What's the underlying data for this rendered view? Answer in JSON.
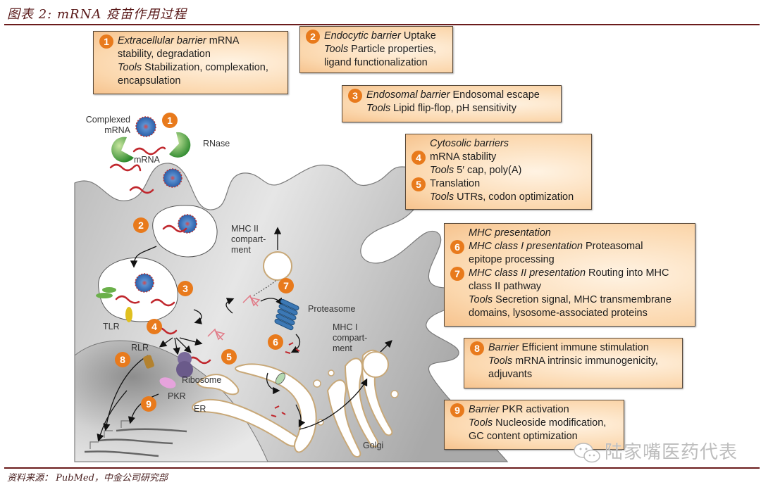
{
  "figure": {
    "title": "图表 2: mRNA 疫苗作用过程",
    "source": "资料来源：  PubMed，中金公司研究部",
    "watermark": "陆家嘴医药代表"
  },
  "colors": {
    "badge": "#e87a1c",
    "box_fill": "#fbd7ad",
    "rule": "#6b1c1c",
    "mrna": "#c0272d",
    "rnase": "#3f9a3a",
    "cell": "#c8c8c8"
  },
  "boxes": {
    "b1": {
      "num": "1",
      "lines": [
        {
          "em": "Extracellular barrier",
          "text": " mRNA"
        },
        {
          "em": "",
          "text": "stability, degradation"
        },
        {
          "em": "Tools",
          "text": " Stabilization, complexation,"
        },
        {
          "em": "",
          "text": "encapsulation"
        }
      ]
    },
    "b2": {
      "num": "2",
      "lines": [
        {
          "em": "Endocytic barrier",
          "text": " Uptake"
        },
        {
          "em": "Tools",
          "text": " Particle properties,"
        },
        {
          "em": "",
          "text": "ligand functionalization"
        }
      ]
    },
    "b3": {
      "num": "3",
      "lines": [
        {
          "em": "Endosomal barrier",
          "text": " Endosomal escape"
        },
        {
          "em": "Tools",
          "text": " Lipid flip-flop, pH sensitivity"
        }
      ]
    },
    "b4": {
      "heading": "Cytosolic barriers",
      "num4": "4",
      "num5": "5",
      "lines": [
        {
          "em": "",
          "text": "mRNA stability"
        },
        {
          "em": "Tools",
          "text": " 5′ cap, poly(A)"
        },
        {
          "em": "",
          "text": "Translation"
        },
        {
          "em": "Tools",
          "text": " UTRs, codon optimization"
        }
      ]
    },
    "b6": {
      "heading": "MHC presentation",
      "num6": "6",
      "num7": "7",
      "lines": [
        {
          "em": "MHC class I presentation",
          "text": " Proteasomal"
        },
        {
          "em": "",
          "text": "epitope processing"
        },
        {
          "em": "MHC class II presentation",
          "text": " Routing into MHC"
        },
        {
          "em": "",
          "text": "class II pathway"
        },
        {
          "em": "Tools",
          "text": " Secretion signal, MHC transmembrane"
        },
        {
          "em": "",
          "text": "domains, lysosome-associated proteins"
        }
      ]
    },
    "b8": {
      "num": "8",
      "lines": [
        {
          "em": "Barrier",
          "text": " Efficient immune stimulation"
        },
        {
          "em": "Tools",
          "text": " mRNA intrinsic immunogenicity,"
        },
        {
          "em": "",
          "text": "adjuvants"
        }
      ]
    },
    "b9": {
      "num": "9",
      "lines": [
        {
          "em": "Barrier",
          "text": " PKR activation"
        },
        {
          "em": "Tools",
          "text": " Nucleoside modification,"
        },
        {
          "em": "",
          "text": "GC content optimization"
        }
      ]
    }
  },
  "diagram_labels": {
    "complexed_mrna": [
      "Complexed",
      "mRNA"
    ],
    "mrna": "mRNA",
    "rnase": "RNase",
    "mhc2": [
      "MHC II",
      "compart-",
      "ment"
    ],
    "mhc1": [
      "MHC I",
      "compart-",
      "ment"
    ],
    "proteasome": "Proteasome",
    "tlr": "TLR",
    "rlr": "RLR",
    "ribosome": "Ribosome",
    "pkr": "PKR",
    "er": "ER",
    "golgi": "Golgi"
  },
  "diagram_badges": [
    "1",
    "2",
    "3",
    "4",
    "5",
    "6",
    "7",
    "8",
    "9"
  ]
}
